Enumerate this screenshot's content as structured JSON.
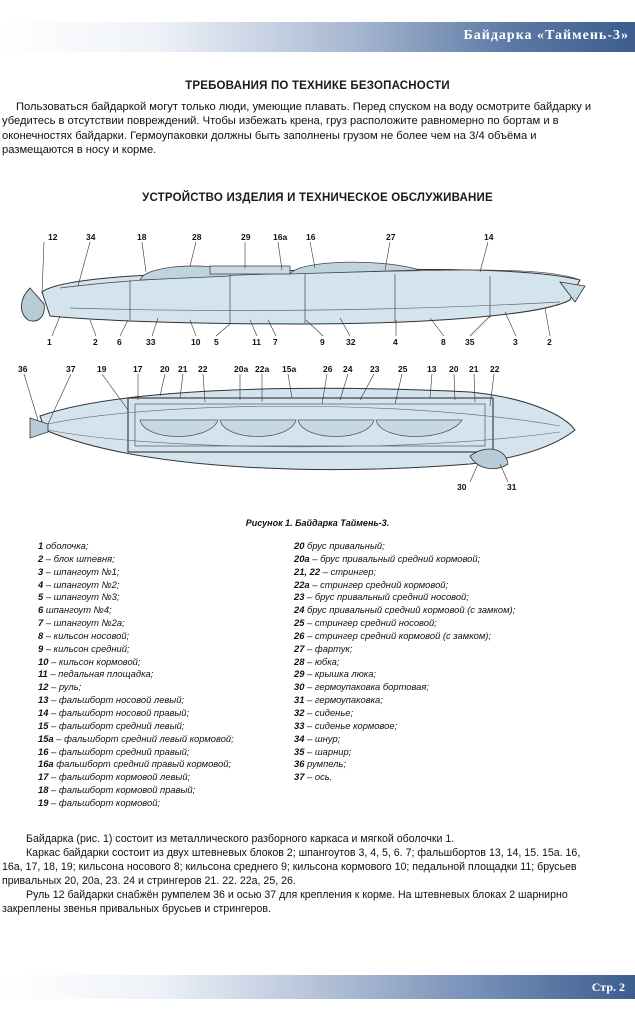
{
  "header": {
    "title": "Байдарка «Таймень-3»"
  },
  "safety": {
    "heading": "ТРЕБОВАНИЯ ПО ТЕХНИКЕ БЕЗОПАСНОСТИ",
    "text": "Пользоваться байдаркой могут только люди, умеющие плавать. Перед спуском на воду осмотрите байдарку и убедитесь в отсутствии повреждений. Чтобы избежать крена, груз расположите равномерно по бортам и в оконечностях байдарки. Гермоупаковки должны быть заполнены грузом не более чем на 3/4 объёма и размещаются в носу и корме."
  },
  "structure": {
    "heading": "УСТРОЙСТВО ИЗДЕЛИЯ И ТЕХНИЧЕСКОЕ ОБСЛУЖИВАНИЕ"
  },
  "figure": {
    "caption": "Рисунок 1. Байдарка Таймень-3.",
    "side_top_labels": [
      "12",
      "34",
      "18",
      "28",
      "29",
      "16а",
      "16",
      "27",
      "14"
    ],
    "side_bottom_labels": [
      "1",
      "2",
      "6",
      "33",
      "10",
      "5",
      "11",
      "7",
      "9",
      "32",
      "4",
      "8",
      "35",
      "3",
      "2"
    ],
    "plan_top_labels": [
      "36",
      "37",
      "19",
      "17",
      "20",
      "21",
      "22",
      "20а",
      "22а",
      "15а",
      "26",
      "24",
      "23",
      "25",
      "13",
      "20",
      "21",
      "22"
    ],
    "plan_bottom_labels": [
      "30",
      "31"
    ]
  },
  "legend": {
    "left": [
      {
        "num": "1",
        "text": "оболочка;"
      },
      {
        "num": "2",
        "text": "– блок штевня;"
      },
      {
        "num": "3",
        "text": "– шпангоут №1;"
      },
      {
        "num": "4",
        "text": "– шпангоут №2;"
      },
      {
        "num": "5",
        "text": "– шпангоут №3;"
      },
      {
        "num": "6",
        "text": "шпангоут №4;"
      },
      {
        "num": "7",
        "text": "– шпангоут №2а;"
      },
      {
        "num": "8",
        "text": "– кильсон носовой;"
      },
      {
        "num": "9",
        "text": "– кильсон средний;"
      },
      {
        "num": "10",
        "text": "– кильсон кормовой;"
      },
      {
        "num": "11",
        "text": "– педальная площадка;"
      },
      {
        "num": "12",
        "text": "– руль;"
      },
      {
        "num": "13",
        "text": "– фальшборт носовой левый;"
      },
      {
        "num": "14",
        "text": "– фальшборт носовой правый;"
      },
      {
        "num": "15",
        "text": "– фальшборт средний левый;"
      },
      {
        "num": "15а",
        "text": "– фальшборт средний левый кормовой;"
      },
      {
        "num": "16",
        "text": "– фальшборт средний правый;"
      },
      {
        "num": "16а",
        "text": "фальшборт средний правый кормовой;"
      },
      {
        "num": "17",
        "text": "– фальшборт кормовой левый;"
      },
      {
        "num": "18",
        "text": "– фальшборт кормовой правый;"
      },
      {
        "num": "19",
        "text": "– фальшборт кормовой;"
      }
    ],
    "right": [
      {
        "num": "20",
        "text": "брус привальный;"
      },
      {
        "num": "20а",
        "text": "– брус привальный средний кормовой;"
      },
      {
        "num": "21, 22",
        "text": "– стрингер;"
      },
      {
        "num": "22а",
        "text": "– стрингер средний кормовой;"
      },
      {
        "num": "23",
        "text": "– брус привальный средний носовой;"
      },
      {
        "num": "24",
        "text": "брус привальный средний кормовой (с замком);"
      },
      {
        "num": "25",
        "text": "– стрингер средний носовой;"
      },
      {
        "num": "26",
        "text": "– стрингер средний кормовой (с замком);"
      },
      {
        "num": "27",
        "text": "– фартук;"
      },
      {
        "num": "28",
        "text": "– юбка;"
      },
      {
        "num": "29",
        "text": "– крышка люка;"
      },
      {
        "num": "30",
        "text": "– гермоупаковка бортовая;"
      },
      {
        "num": "31",
        "text": "– гермоупаковка;"
      },
      {
        "num": "32",
        "text": "– сиденье;"
      },
      {
        "num": "33",
        "text": "– сиденье кормовое;"
      },
      {
        "num": "34",
        "text": "– шнур;"
      },
      {
        "num": "35",
        "text": "– шарнир;"
      },
      {
        "num": "36",
        "text": "румпель;"
      },
      {
        "num": "37",
        "text": "– ось."
      }
    ]
  },
  "body": {
    "p1": "Байдарка (рис. 1) состоит из металлического разборного каркаса и мягкой оболочки 1.",
    "p2": "Каркас байдарки состоит из двух штевневых блоков 2; шпангоутов 3, 4, 5, 6. 7; фальшбортов 13, 14, 15. 15а. 16, 16а, 17, 18, 19; кильсона носового 8; кильсона среднего 9; кильсона кормового 10; педальной площадки 11; брусьев привальных 20, 20а, 23. 24 и стрингеров 21. 22. 22а, 25, 26.",
    "p3": "Руль 12 байдарки снабжён румпелем 36 и осью 37 для крепления к корме. На штевневых блоках 2 шарнирно закреплены звенья привальных брусьев и стрингеров."
  },
  "footer": {
    "page": "Стр. 2"
  }
}
